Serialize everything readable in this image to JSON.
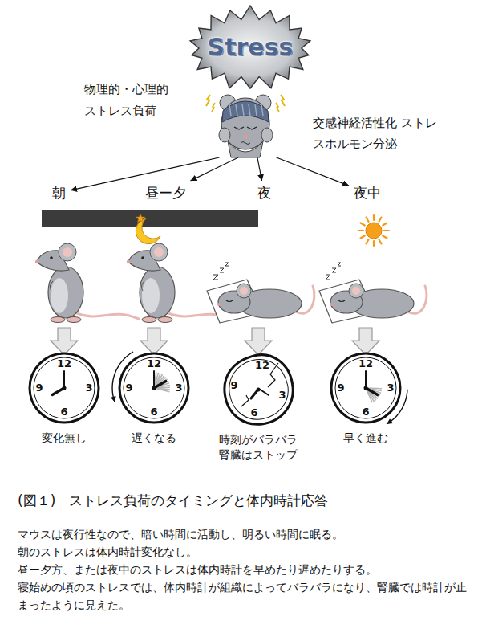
{
  "diagram": {
    "caption": "(図１)　ストレス負荷のタイミングと体内時計応答",
    "nodes": [
      {
        "text": [
          "Stress"
        ]
      },
      {
        "text": [
          "朝"
        ]
      },
      {
        "text": [
          "昼ー夕"
        ]
      },
      {
        "text": [
          "夜"
        ]
      },
      {
        "text": [
          "夜中"
        ]
      },
      {
        "text": [
          "12",
          "3",
          "6",
          "9",
          "変化無し"
        ]
      },
      {
        "text": [
          "12",
          "3",
          "6",
          "9",
          "遅くなる"
        ]
      },
      {
        "text": [
          "12",
          "3",
          "6",
          "9",
          "時刻がバラバラ 腎臓はストップ"
        ]
      },
      {
        "text": [
          "12",
          "3",
          "6",
          "9",
          "早く進む"
        ]
      }
    ],
    "edges": [
      {
        "from": 0,
        "to": 1,
        "arrow": "to"
      },
      {
        "from": 0,
        "to": 2,
        "arrow": "to"
      },
      {
        "from": 0,
        "to": 3,
        "arrow": "to"
      },
      {
        "from": 0,
        "to": 4,
        "arrow": "to"
      }
    ],
    "labels": [
      "物理的・心理的 ストレス負荷",
      "交感神経活性化 ストレスホルモン分泌",
      "マウスは夜行性なので、暗い時間に活動し、明るい時間に眠る。",
      "朝のストレスは体内時計変化なし。",
      "昼ー夕方、または夜中のストレスは体内時計を早めたり遅めたりする。",
      "寝始めの頃のストレスでは、体内時計が組織によってバラバラになり、腎臓では時計が止まったように見えた。"
    ]
  }
}
